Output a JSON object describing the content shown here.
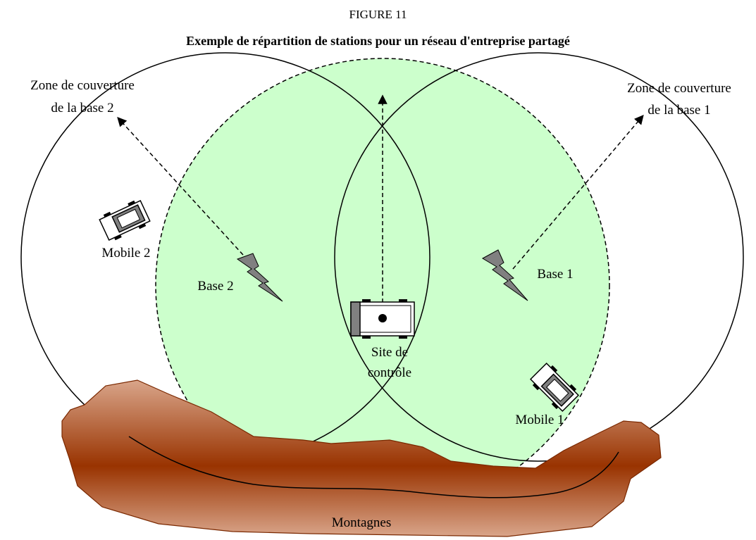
{
  "figure": {
    "number": "FIGURE 11",
    "title": "Exemple de répartition de stations pour un réseau d'entreprise partagé"
  },
  "labels": {
    "coverage_base2_line1": "Zone de couverture",
    "coverage_base2_line2": "de la base 2",
    "coverage_base1_line1": "Zone de couverture",
    "coverage_base1_line2": "de la base 1",
    "mobile2": "Mobile 2",
    "mobile1": "Mobile 1",
    "base2": "Base 2",
    "base1": "Base 1",
    "control_site_line1": "Site de",
    "control_site_line2": "contrôle",
    "mountains": "Montagnes"
  },
  "colors": {
    "shared_zone_fill": "#ccffcc",
    "mountain_dark": "#993300",
    "mountain_light": "#d9a58a",
    "base_icon": "#808080",
    "outline": "#000000"
  },
  "icons": {
    "base_station": "lightning-bolt-icon",
    "mobile": "vehicle-icon",
    "control_site": "control-site-vehicle-icon"
  }
}
